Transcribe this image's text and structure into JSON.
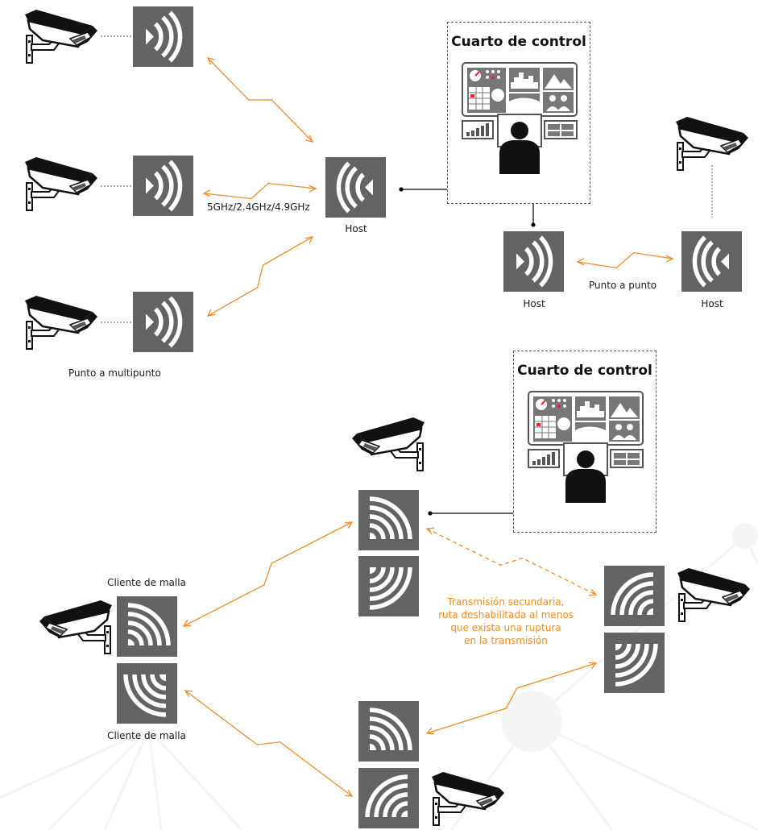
{
  "diagram": {
    "band_label": "5GHz/2.4GHz/4.9GHz",
    "ptmp_label": "Punto a multipunto",
    "ptp_label": "Punto a punto",
    "host_labels": [
      "Host",
      "Host",
      "Host"
    ],
    "control_rooms": [
      {
        "title": "Cuarto de control"
      },
      {
        "title": "Cuarto de control"
      }
    ],
    "mesh_client_labels": [
      "Cliente de malla",
      "Cliente de malla"
    ],
    "secondary_note": "Transmisión secundaria,\nruta deshabilitada al menos\nque exista una ruptura\nen la transmisión",
    "colors": {
      "wireless_link": "#f08a24",
      "node_fill": "#636363",
      "wired_link": "#000000",
      "dashed_border": "#555555"
    },
    "icons": [
      "camera-icon",
      "wireless-ap-icon",
      "mesh-ap-icon",
      "operator-icon",
      "monitor-wall-icon"
    ]
  }
}
